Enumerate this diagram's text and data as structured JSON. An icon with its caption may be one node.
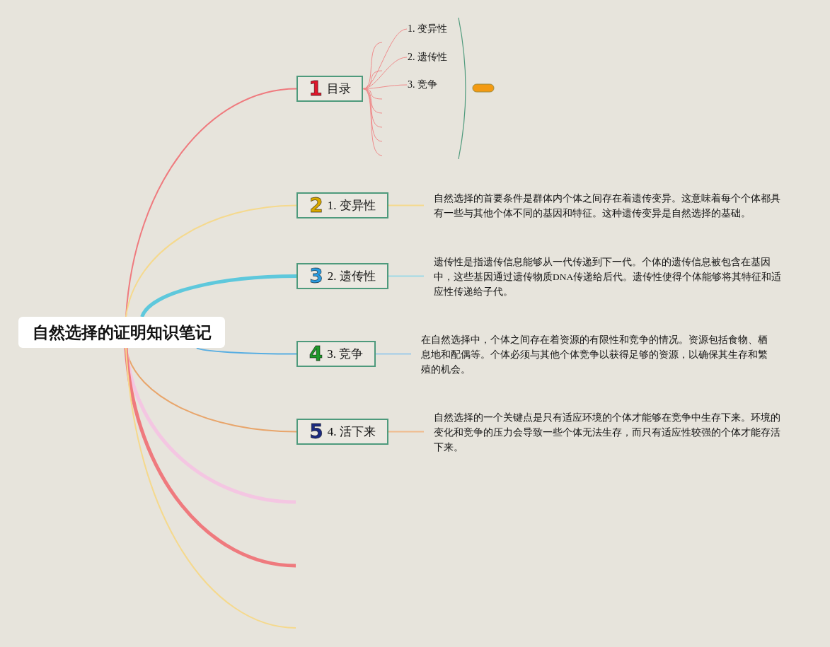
{
  "diagram": {
    "nodes": [
      {
        "text": [
          "自然选择的证明知识笔记"
        ]
      },
      {
        "text": [
          "1",
          "目录"
        ]
      },
      {
        "text": [
          "1. 变异性"
        ]
      },
      {
        "text": [
          "2. 遗传性"
        ]
      },
      {
        "text": [
          "3. 竞争"
        ]
      },
      {
        "text": [
          "2",
          "1. 变异性"
        ]
      },
      {
        "text": [
          "自然选择的首要条件是群体内个体之间存在着遗传变异。这意味着每个个体都具有一些与其他个体不同的基因和特征。这种遗传变异是自然选择的基础。"
        ]
      },
      {
        "text": [
          "3",
          "2. 遗传性"
        ]
      },
      {
        "text": [
          "遗传性是指遗传信息能够从一代传递到下一代。个体的遗传信息被包含在基因中，这些基因通过遗传物质DNA传递给后代。遗传性使得个体能够将其特征和适应性传递给子代。"
        ]
      },
      {
        "text": [
          "4",
          "3. 竞争"
        ]
      },
      {
        "text": [
          "在自然选择中，个体之间存在着资源的有限性和竞争的情况。资源包括食物、栖息地和配偶等。个体必须与其他个体竞争以获得足够的资源，以确保其生存和繁殖的机会。"
        ]
      },
      {
        "text": [
          "5",
          "4. 活下来"
        ]
      },
      {
        "text": [
          "自然选择的一个关键点是只有适应环境的个体才能够在竞争中生存下来。环境的变化和竞争的压力会导致一些个体无法生存，而只有适应性较强的个体才能存活下来。"
        ]
      }
    ],
    "edges": [
      {
        "from": 0,
        "to": 1,
        "arrow": "none",
        "color": "#ef7a7e"
      },
      {
        "from": 0,
        "to": 5,
        "arrow": "none",
        "color": "#f5d98d"
      },
      {
        "from": 0,
        "to": 7,
        "arrow": "none",
        "style": "thick",
        "color": "#5ec8dc"
      },
      {
        "from": 0,
        "to": 9,
        "arrow": "none",
        "color": "#58aee2"
      },
      {
        "from": 0,
        "to": 11,
        "arrow": "none",
        "color": "#e8a56b"
      },
      {
        "from": 0,
        "to": null,
        "arrow": "none",
        "style": "thick",
        "color": "#f4c6e2"
      },
      {
        "from": 0,
        "to": null,
        "arrow": "none",
        "style": "thick",
        "color": "#ef7a7e"
      },
      {
        "from": 0,
        "to": null,
        "arrow": "none",
        "color": "#f5d98d"
      },
      {
        "from": 1,
        "to": 2,
        "arrow": "none",
        "color": "#ef8b8b"
      },
      {
        "from": 1,
        "to": null,
        "arrow": "none",
        "color": "#ef8b8b"
      },
      {
        "from": 1,
        "to": 3,
        "arrow": "none",
        "color": "#ef8b8b"
      },
      {
        "from": 1,
        "to": null,
        "arrow": "none",
        "color": "#ef8b8b"
      },
      {
        "from": 1,
        "to": 4,
        "arrow": "none",
        "color": "#ef8b8b"
      },
      {
        "from": 1,
        "to": null,
        "arrow": "none",
        "color": "#ef8b8b"
      },
      {
        "from": 1,
        "to": null,
        "arrow": "none",
        "color": "#ef8b8b"
      },
      {
        "from": 1,
        "to": null,
        "arrow": "none",
        "color": "#ef8b8b"
      },
      {
        "from": 1,
        "to": null,
        "arrow": "none",
        "color": "#ef8b8b"
      },
      {
        "from": 1,
        "to": null,
        "arrow": "none",
        "color": "#ef8b8b"
      },
      {
        "from": 5,
        "to": 6,
        "arrow": "none",
        "color": "#f5d98d"
      },
      {
        "from": 7,
        "to": 8,
        "arrow": "none",
        "color": "#9fd9e6"
      },
      {
        "from": 9,
        "to": 10,
        "arrow": "none",
        "color": "#9fcbe8"
      },
      {
        "from": 11,
        "to": 12,
        "arrow": "none",
        "color": "#f0b98a"
      }
    ]
  }
}
